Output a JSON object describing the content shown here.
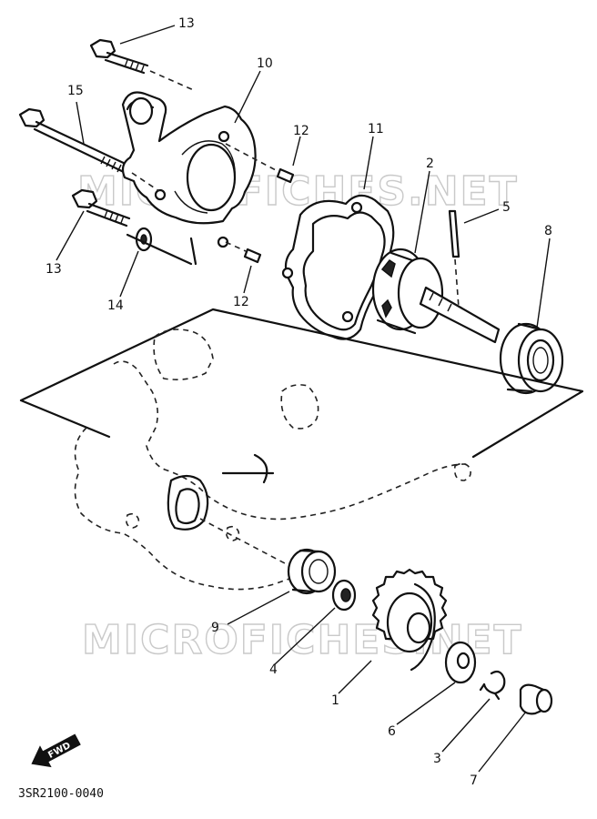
{
  "diagram": {
    "drawing_code": "3SR2100-0040",
    "watermark": "MICROFICHES.NET",
    "forward_badge": "FWD",
    "callouts": [
      "13",
      "10",
      "15",
      "12",
      "11",
      "2",
      "5",
      "8",
      "13",
      "14",
      "12",
      "9",
      "4",
      "1",
      "6",
      "3",
      "7"
    ]
  }
}
